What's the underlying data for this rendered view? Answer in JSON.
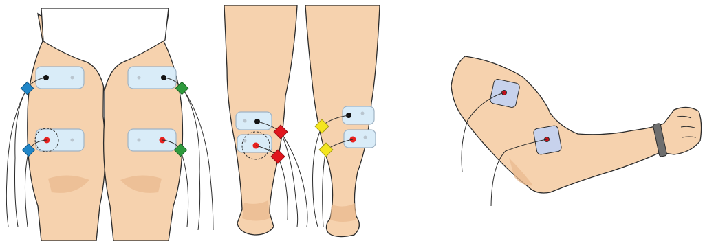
{
  "colors": {
    "skin": "#f6d2ae",
    "skin_shadow": "#e9b98f",
    "outline": "#2b2b2b",
    "pad": "#d9ecf8",
    "pad_outline": "#9fb3c4",
    "pad_arm": "#c7d2ec",
    "electrode_positive": "#e8211f",
    "electrode_negative": "#111111",
    "connector_blue": "#1f86c8",
    "connector_green": "#2e9a3c",
    "connector_red": "#e0161e",
    "connector_yellow": "#f4e51e",
    "brief": "#ffffff",
    "wrist_band": "#6e6e6e"
  },
  "panels": [
    {
      "name": "thighs-front",
      "pads": 4,
      "connector_color": "blue-green"
    },
    {
      "name": "calves-back",
      "pads": 4,
      "connector_color": "red-yellow"
    },
    {
      "name": "arm-side",
      "pads": 2,
      "connector_color": "none"
    }
  ]
}
